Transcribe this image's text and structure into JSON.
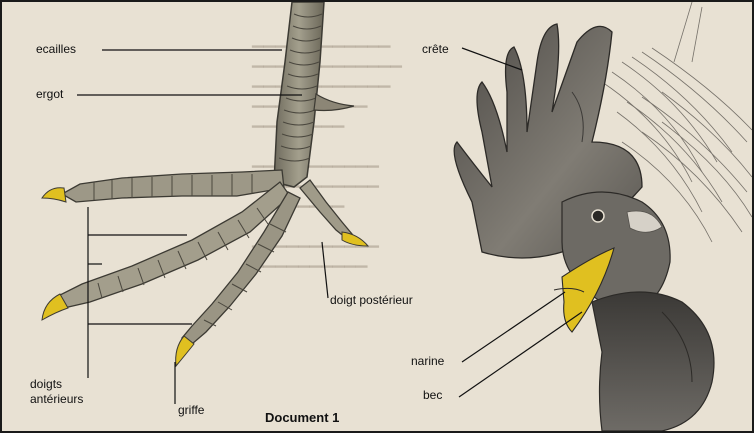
{
  "figure": {
    "caption": "Document 1",
    "labels": {
      "ecailles": "ecailles",
      "ergot": "ergot",
      "doigts": "doigts",
      "anterieurs": "antérieurs",
      "griffe": "griffe",
      "doigt_posterieur": "doigt postérieur",
      "crete": "crête",
      "narine": "narine",
      "bec": "bec"
    }
  },
  "colors": {
    "paper": "#e8e1d3",
    "leg": "#8f8a79",
    "claw": "#e0c020",
    "comb": "#6e6a64",
    "line": "#111111"
  }
}
